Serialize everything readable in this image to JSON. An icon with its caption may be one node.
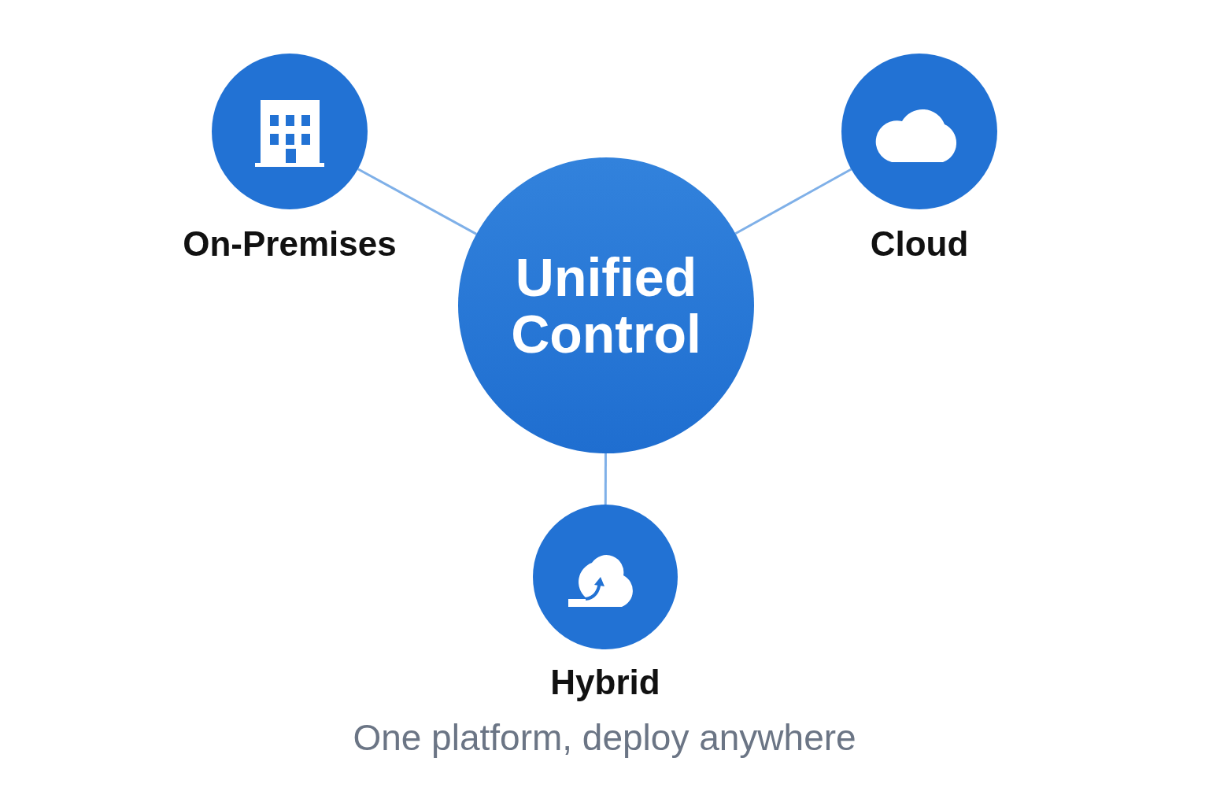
{
  "diagram": {
    "caption": "One platform, deploy anywhere",
    "nodes": [
      {
        "text": [
          "Unified Control"
        ]
      },
      {
        "text": [
          "On-Premises"
        ]
      },
      {
        "text": [
          "Cloud"
        ]
      },
      {
        "text": [
          "Hybrid"
        ]
      }
    ],
    "edges": [
      {
        "from": 0,
        "to": 1,
        "arrow": "none"
      },
      {
        "from": 0,
        "to": 2,
        "arrow": "none"
      },
      {
        "from": 0,
        "to": 3,
        "arrow": "none"
      }
    ]
  }
}
